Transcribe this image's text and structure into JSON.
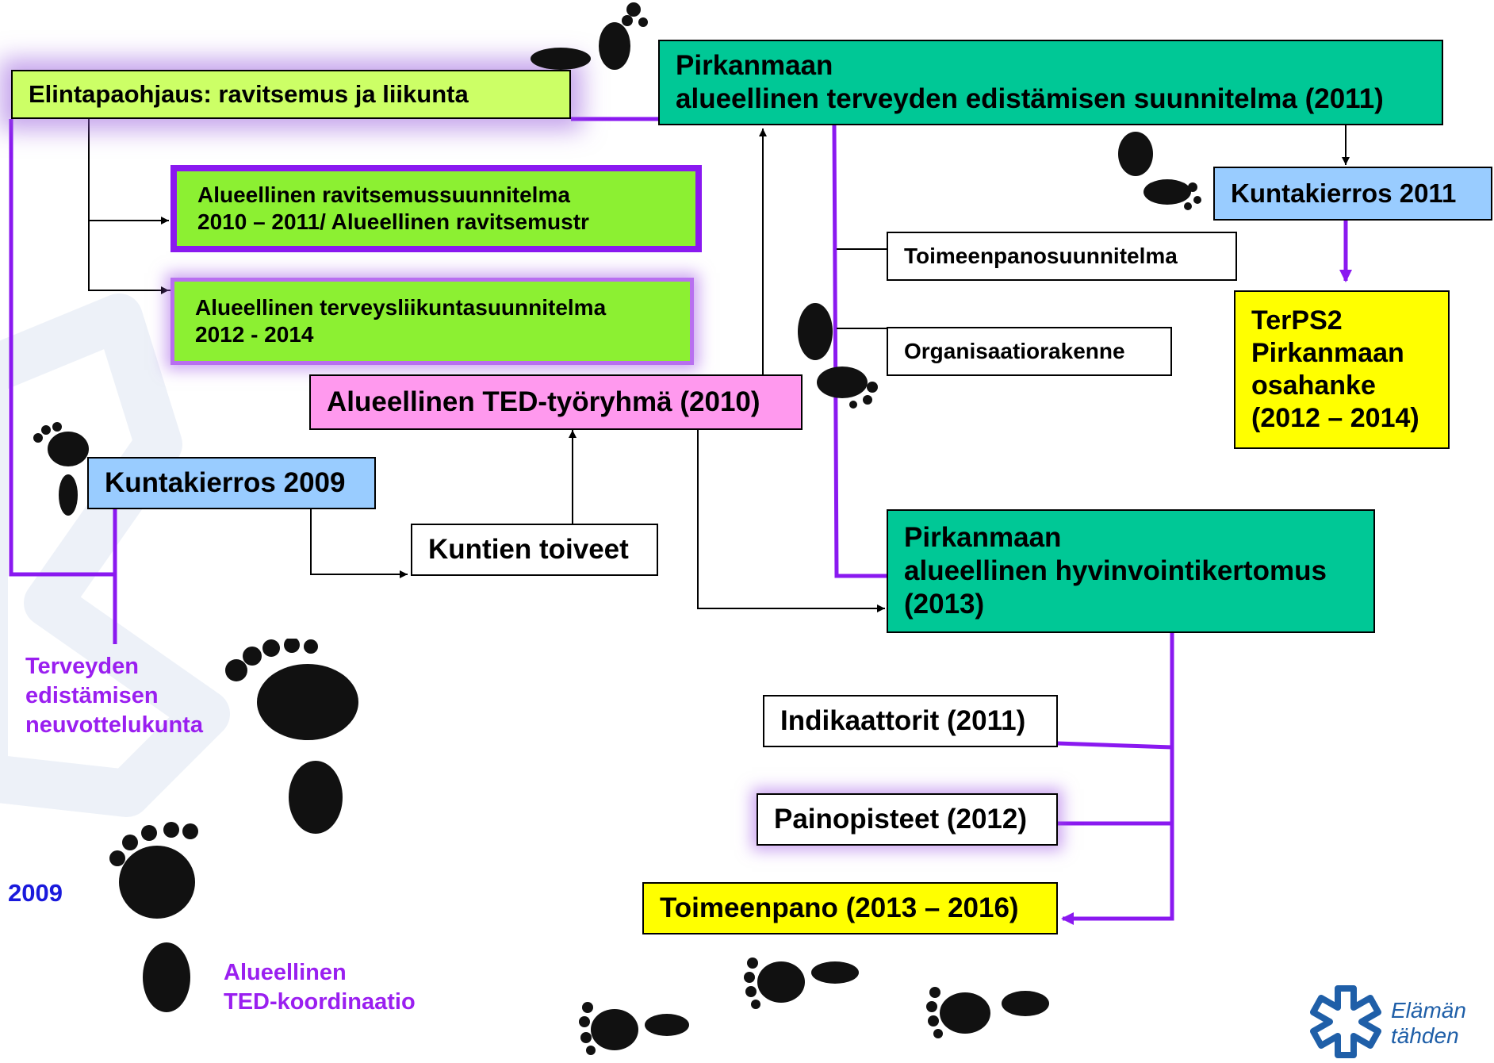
{
  "colors": {
    "connector_purple": "#8a19f0",
    "teal_box": "#00c896",
    "lightgreen_box": "#ccff66",
    "green_box": "#8cf032",
    "blue_box": "#99ccff",
    "pink_box": "#ff99ee",
    "yellow_box": "#ffff00",
    "label_purple": "#9a1ff0",
    "year_blue": "#1a1adc",
    "logo_blue": "#1f5fa8"
  },
  "boxes": {
    "elintapaohjaus": "Elintapaohjaus: ravitsemus ja liikunta",
    "pirkanmaan_suunnitelma": "Pirkanmaan\nalueellinen terveyden edistämisen suunnitelma (2011)",
    "ravitsemussuunnitelma": "Alueellinen ravitsemussuunnitelma\n2010 – 2011/ Alueellinen ravitsemustr",
    "terveysliikuntasuunnitelma": "Alueellinen terveysliikuntasuunnitelma\n2012 - 2014",
    "kuntakierros_2011": "Kuntakierros 2011",
    "toimeenpanosuunnitelma": "Toimeenpanosuunnitelma",
    "organisaatiorakenne": "Organisaatiorakenne",
    "terps2": "TerPS2\n Pirkanmaan\nosahanke\n(2012 – 2014)",
    "ted_tyoryhma": "Alueellinen TED-työryhmä (2010)",
    "kuntakierros_2009": "Kuntakierros 2009",
    "kuntien_toiveet": "Kuntien toiveet",
    "hyvinvointikertomus": "Pirkanmaan\nalueellinen hyvinvointikertomus\n(2013)",
    "indikaattorit": "Indikaattorit (2011)",
    "painopisteet": "Painopisteet (2012)",
    "toimeenpano": "Toimeenpano (2013 – 2016)"
  },
  "labels": {
    "neuvottelukunta": "Terveyden\nedistämisen\nneuvottelukunta",
    "year_2009": "2009",
    "ted_koordinaatio": "Alueellinen\nTED-koordinaatio"
  },
  "logo": {
    "line1": "Elämän",
    "line2": "tähden"
  },
  "icons": [
    "footprint-icon",
    "star-of-life-logo-icon"
  ]
}
